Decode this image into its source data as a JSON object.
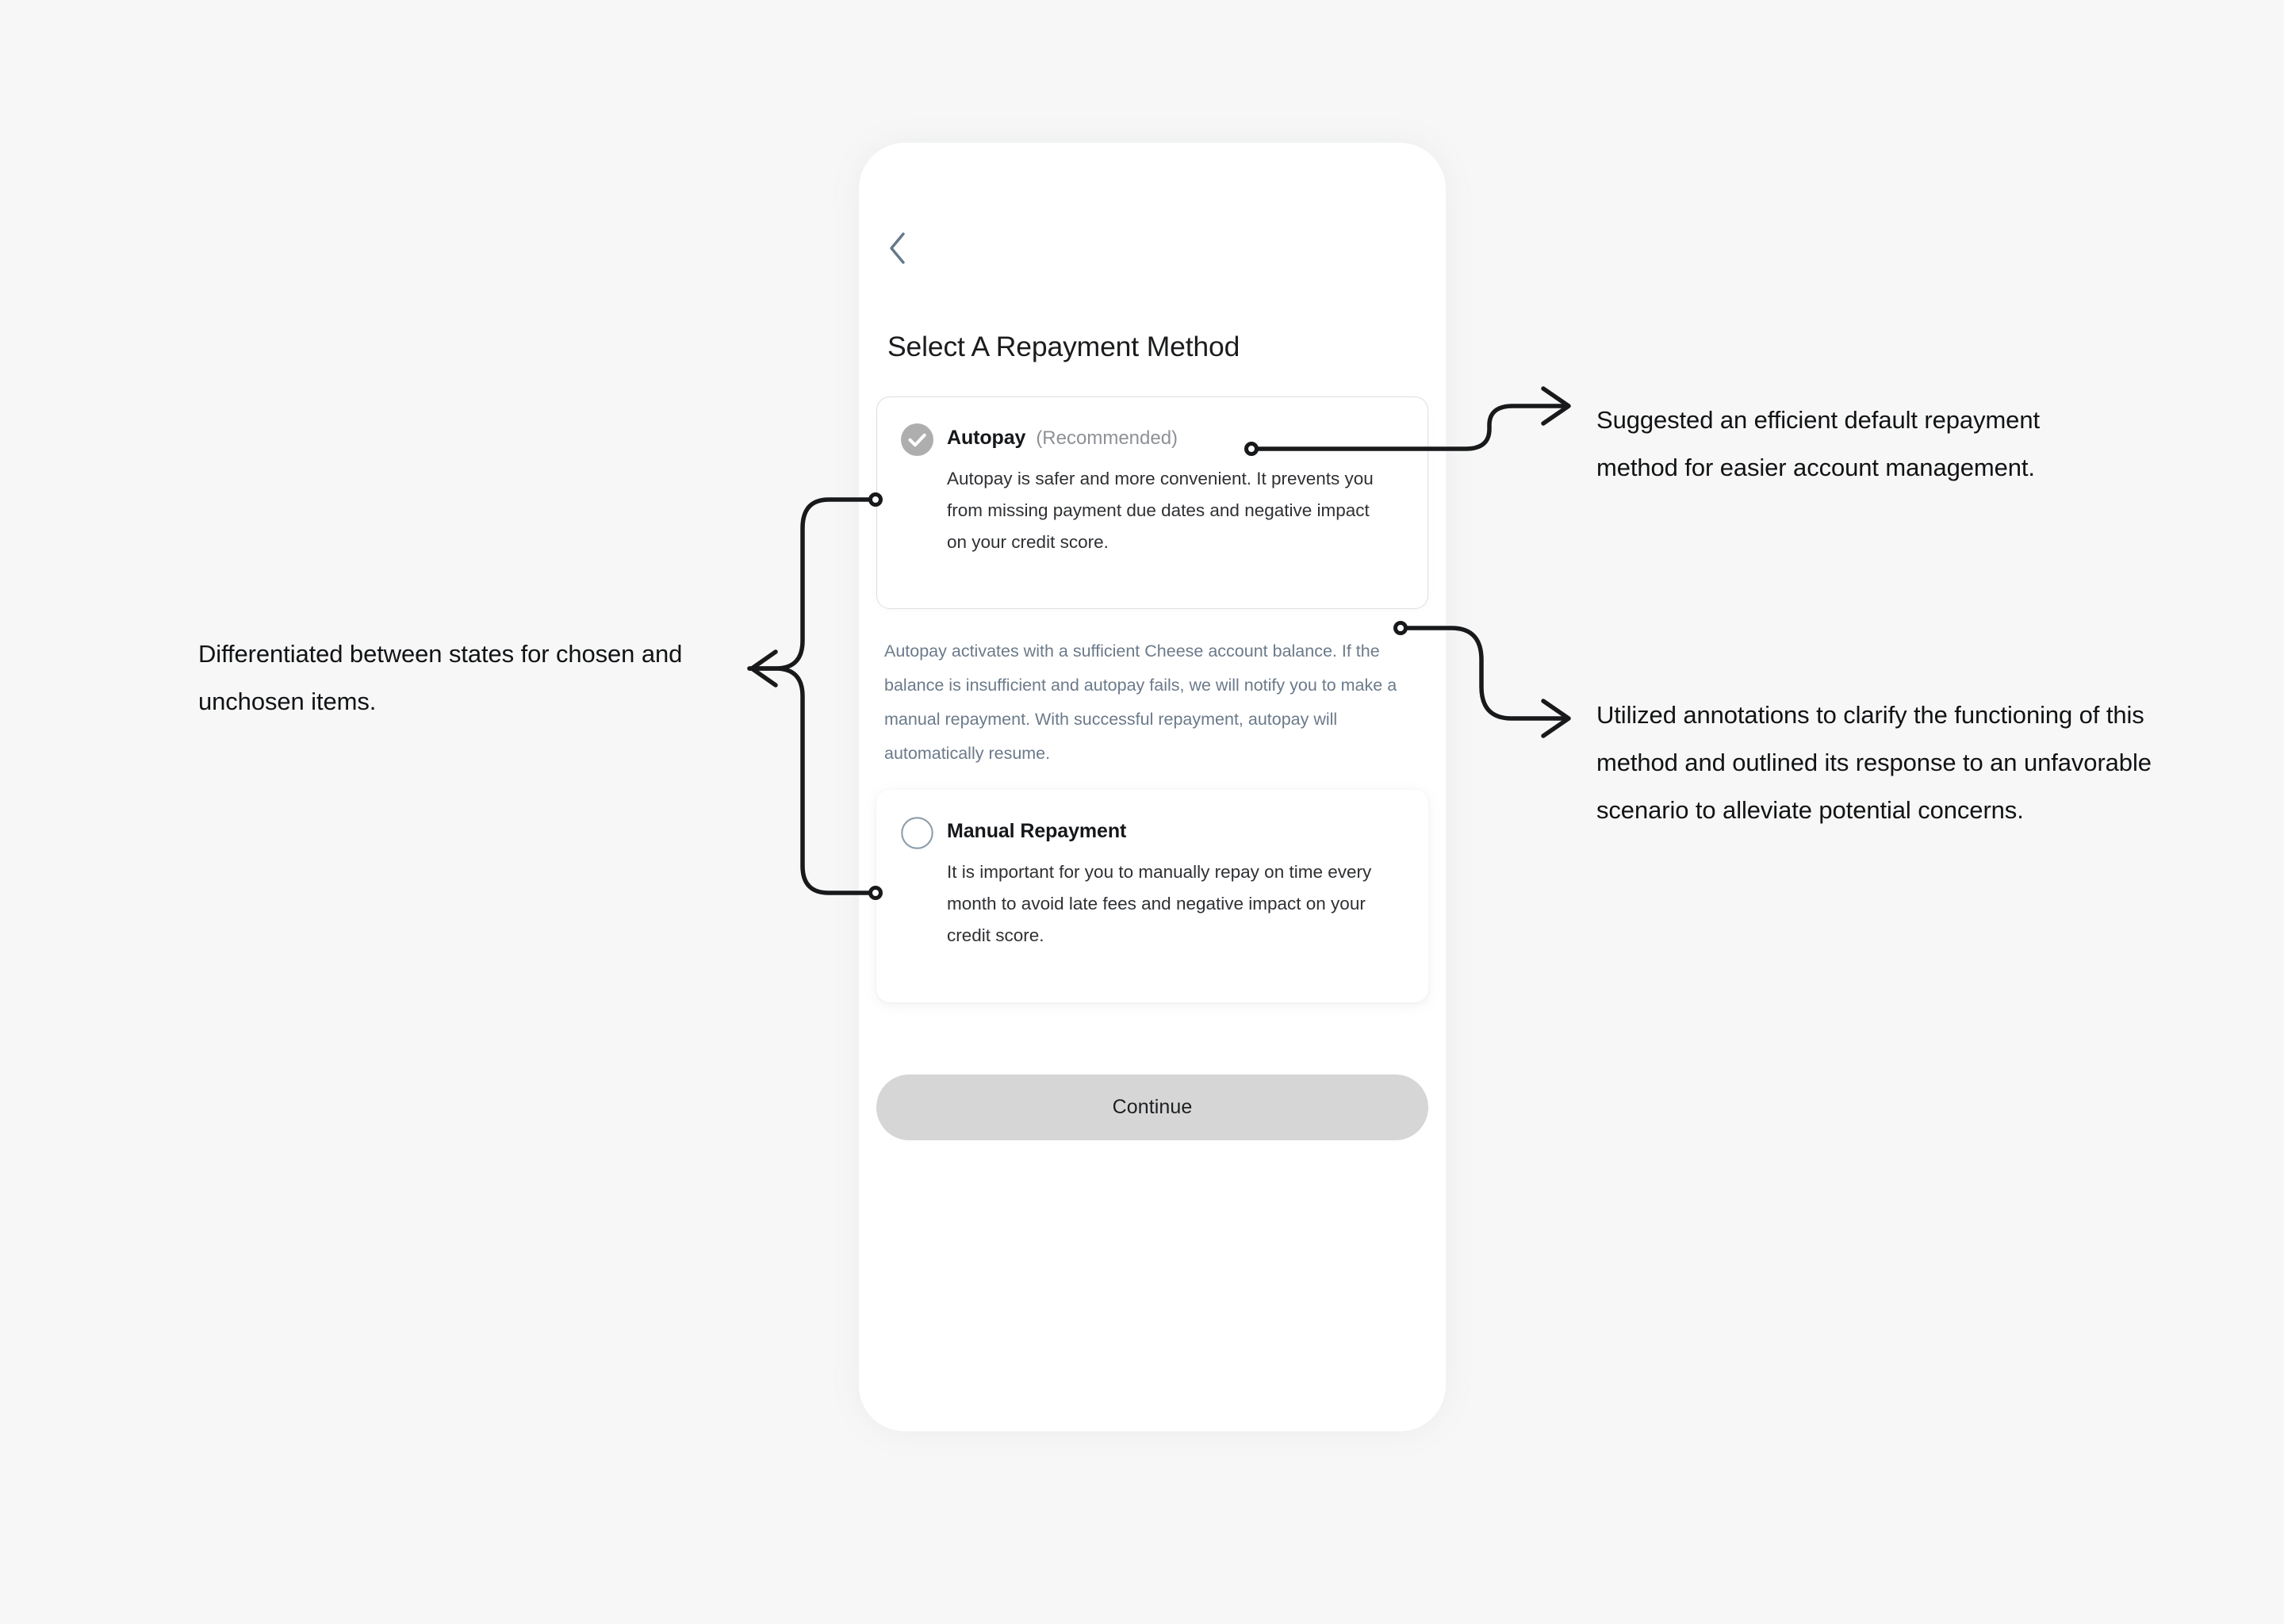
{
  "app": {
    "background_color": "#f7f7f7",
    "screen_background": "#ffffff"
  },
  "screen": {
    "back_icon": "chevron-left-icon",
    "title": "Select A Repayment Method",
    "options": [
      {
        "id": "autopay",
        "title": "Autopay",
        "badge": "(Recommended)",
        "description": "Autopay is safer and more convenient. It prevents you from missing payment due dates and negative impact on your credit score.",
        "selected": true,
        "indicator_icon": "check-circle-filled-icon",
        "indicator_color": "#aeaeae"
      },
      {
        "id": "manual",
        "title": "Manual Repayment",
        "badge": "",
        "description": "It is important for you to manually repay on time every month to avoid late fees and negative impact on your credit score.",
        "selected": false,
        "indicator_icon": "radio-unchecked-icon",
        "indicator_color": "#8d9daa"
      }
    ],
    "autopay_note": "Autopay activates with a sufficient Cheese account balance. If the balance is insufficient and autopay fails, we will notify you to make a manual repayment. With successful repayment, autopay will automatically resume.",
    "note_color": "#6b7a8a",
    "continue_label": "Continue",
    "continue_color": "#d6d6d6"
  },
  "annotations": {
    "left": "Differentiated between states for chosen and unchosen items.",
    "right_top": "Suggested an efficient default repayment method for easier account management.",
    "right_bottom": "Utilized annotations to clarify the functioning of this method and outlined its response to an unfavorable scenario to alleviate potential concerns.",
    "line_color": "#18191b"
  }
}
